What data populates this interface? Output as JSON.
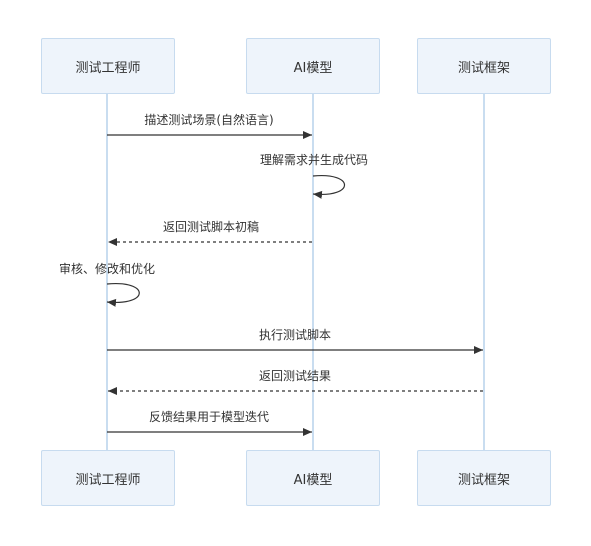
{
  "participants": {
    "tester": "测试工程师",
    "ai": "AI模型",
    "framework": "测试框架"
  },
  "messages": [
    {
      "label": "描述测试场景(自然语言)",
      "style": "solid"
    },
    {
      "label": "理解需求并生成代码",
      "style": "self"
    },
    {
      "label": "返回测试脚本初稿",
      "style": "dashed"
    },
    {
      "label": "审核、修改和优化",
      "style": "self"
    },
    {
      "label": "执行测试脚本",
      "style": "solid"
    },
    {
      "label": "返回测试结果",
      "style": "dashed"
    },
    {
      "label": "反馈结果用于模型迭代",
      "style": "solid"
    }
  ],
  "colors": {
    "box_fill": "#eef4fb",
    "box_border": "#c7dbef",
    "lifeline": "#c9ddf0",
    "arrow": "#333333"
  }
}
